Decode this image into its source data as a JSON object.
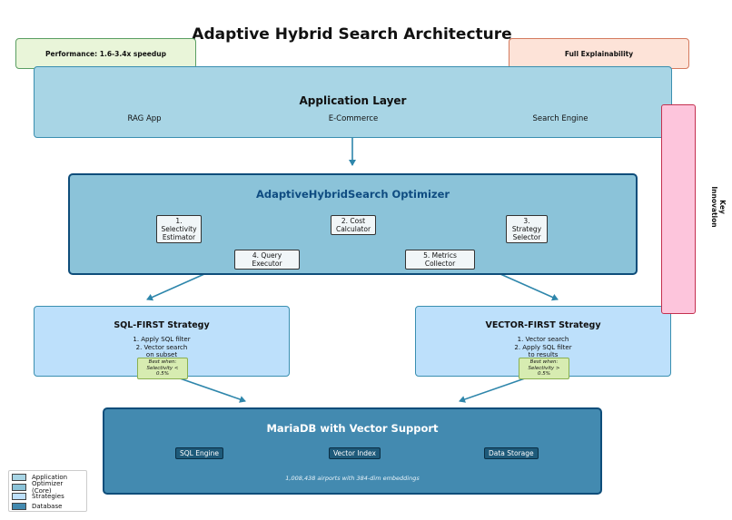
{
  "title": "Adaptive Hybrid Search Architecture",
  "badges": {
    "performance": "Performance: 1.6-3.4x speedup",
    "explainability": "Full Explainability"
  },
  "application_layer": {
    "title": "Application Layer",
    "items": [
      "RAG App",
      "E-Commerce",
      "Search Engine"
    ]
  },
  "optimizer": {
    "title": "AdaptiveHybridSearch Optimizer",
    "components": {
      "selectivity": "1. Selectivity\nEstimator",
      "cost": "2. Cost\nCalculator",
      "strategy": "3. Strategy\nSelector",
      "executor": "4. Query Executor",
      "metrics": "5. Metrics Collector"
    }
  },
  "sql_first": {
    "title": "SQL-FIRST Strategy",
    "steps": "1. Apply SQL filter\n2. Vector search\non subset",
    "best_when": "Best when:\nSelectivity < 0.5%"
  },
  "vector_first": {
    "title": "VECTOR-FIRST Strategy",
    "steps": "1. Vector search\n2. Apply SQL filter\nto results",
    "best_when": "Best when:\nSelectivity > 0.5%"
  },
  "database": {
    "title": "MariaDB with Vector Support",
    "components": [
      "SQL Engine",
      "Vector Index",
      "Data Storage"
    ],
    "note": "1,008,438 airports with 384-dim embeddings"
  },
  "key_innovation": "Key\nInnovation",
  "legend": [
    {
      "label": "Application",
      "color": "#a8d5e5"
    },
    {
      "label": "Optimizer (Core)",
      "color": "#8bc3d9"
    },
    {
      "label": "Strategies",
      "color": "#bde0fb"
    },
    {
      "label": "Database",
      "color": "#438ab0"
    }
  ],
  "colors": {
    "arrow": "#2e86ab",
    "optimizer_border": "#0e4d7a",
    "innovation_fill": "#fdc5dc",
    "innovation_border": "#c4304f"
  }
}
